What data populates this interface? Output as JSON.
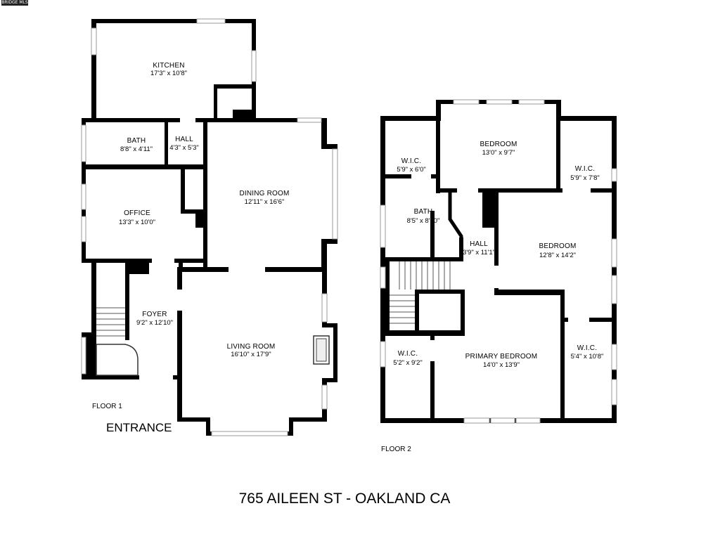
{
  "logo_text": "BRIDGE MLS",
  "address": "765 AILEEN ST - OAKLAND CA",
  "entrance_label": "ENTRANCE",
  "floors": {
    "floor1": {
      "label": "FLOOR 1",
      "rooms": {
        "kitchen": {
          "name": "KITCHEN",
          "dims": "17'3\" x 10'8\""
        },
        "bath": {
          "name": "BATH",
          "dims": "8'8\" x 4'11\""
        },
        "hall": {
          "name": "HALL",
          "dims": "4'3\" x 5'3\""
        },
        "dining": {
          "name": "DINING ROOM",
          "dims": "12'11\" x 16'6\""
        },
        "office": {
          "name": "OFFICE",
          "dims": "13'3\" x 10'0\""
        },
        "foyer": {
          "name": "FOYER",
          "dims": "9'2\" x 12'10\""
        },
        "living": {
          "name": "LIVING ROOM",
          "dims": "16'10\" x 17'9\""
        }
      }
    },
    "floor2": {
      "label": "FLOOR 2",
      "rooms": {
        "wic_top_left": {
          "name": "W.I.C.",
          "dims": "5'9\" x 6'0\""
        },
        "bedroom_top": {
          "name": "BEDROOM",
          "dims": "13'0\" x 9'7\""
        },
        "wic_top_right": {
          "name": "W.I.C.",
          "dims": "5'9\" x 7'8\""
        },
        "bath": {
          "name": "BATH",
          "dims": "8'5\" x 8'10\""
        },
        "hall": {
          "name": "HALL",
          "dims": "3'9\" x 11'1\""
        },
        "bedroom_right": {
          "name": "BEDROOM",
          "dims": "12'8\" x 14'2\""
        },
        "wic_bottom_left": {
          "name": "W.I.C.",
          "dims": "5'2\" x 9'2\""
        },
        "primary": {
          "name": "PRIMARY BEDROOM",
          "dims": "14'0\" x 13'9\""
        },
        "wic_bottom_right": {
          "name": "W.I.C.",
          "dims": "5'4\" x 10'8\""
        }
      }
    }
  }
}
